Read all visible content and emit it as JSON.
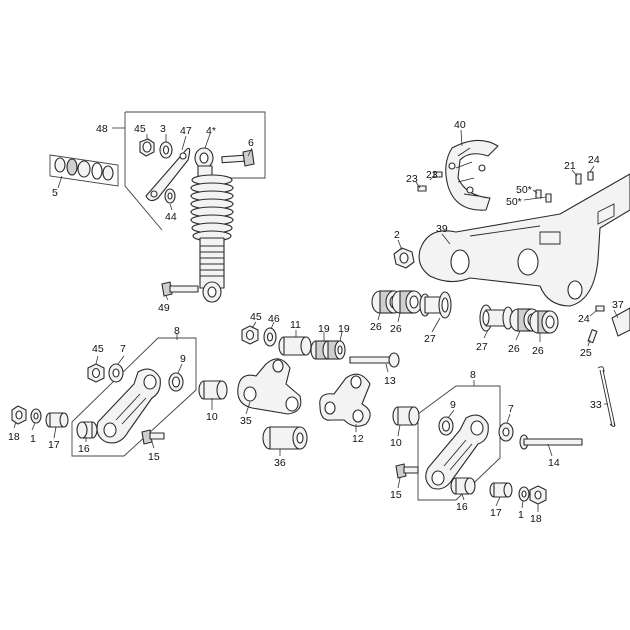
{
  "diagram": {
    "labels": [
      {
        "id": "l48",
        "text": "48"
      },
      {
        "id": "l45a",
        "text": "45"
      },
      {
        "id": "l3",
        "text": "3"
      },
      {
        "id": "l47",
        "text": "47"
      },
      {
        "id": "l4",
        "text": "4*"
      },
      {
        "id": "l6",
        "text": "6"
      },
      {
        "id": "l5",
        "text": "5"
      },
      {
        "id": "l44",
        "text": "44"
      },
      {
        "id": "l49",
        "text": "49"
      },
      {
        "id": "l40",
        "text": "40"
      },
      {
        "id": "l21",
        "text": "21"
      },
      {
        "id": "l24a",
        "text": "24"
      },
      {
        "id": "l23a",
        "text": "23"
      },
      {
        "id": "l23b",
        "text": "23"
      },
      {
        "id": "l50a",
        "text": "50*"
      },
      {
        "id": "l50b",
        "text": "50*"
      },
      {
        "id": "l2",
        "text": "2"
      },
      {
        "id": "l39",
        "text": "39"
      },
      {
        "id": "l26a",
        "text": "26"
      },
      {
        "id": "l26b",
        "text": "26"
      },
      {
        "id": "l27a",
        "text": "27"
      },
      {
        "id": "l27b",
        "text": "27"
      },
      {
        "id": "l26c",
        "text": "26"
      },
      {
        "id": "l26d",
        "text": "26"
      },
      {
        "id": "l37",
        "text": "37"
      },
      {
        "id": "l24b",
        "text": "24"
      },
      {
        "id": "l25",
        "text": "25"
      },
      {
        "id": "l33",
        "text": "33"
      },
      {
        "id": "l8a",
        "text": "8"
      },
      {
        "id": "l45b",
        "text": "45"
      },
      {
        "id": "l7a",
        "text": "7"
      },
      {
        "id": "l9a",
        "text": "9"
      },
      {
        "id": "l18a",
        "text": "18"
      },
      {
        "id": "l1a",
        "text": "1"
      },
      {
        "id": "l17a",
        "text": "17"
      },
      {
        "id": "l16a",
        "text": "16"
      },
      {
        "id": "l15a",
        "text": "15"
      },
      {
        "id": "l45c",
        "text": "45"
      },
      {
        "id": "l46",
        "text": "46"
      },
      {
        "id": "l11",
        "text": "11"
      },
      {
        "id": "l19a",
        "text": "19"
      },
      {
        "id": "l19b",
        "text": "19"
      },
      {
        "id": "l13",
        "text": "13"
      },
      {
        "id": "l10a",
        "text": "10"
      },
      {
        "id": "l35",
        "text": "35"
      },
      {
        "id": "l12",
        "text": "12"
      },
      {
        "id": "l36",
        "text": "36"
      },
      {
        "id": "l8b",
        "text": "8"
      },
      {
        "id": "l9b",
        "text": "9"
      },
      {
        "id": "l7b",
        "text": "7"
      },
      {
        "id": "l10b",
        "text": "10"
      },
      {
        "id": "l14",
        "text": "14"
      },
      {
        "id": "l15b",
        "text": "15"
      },
      {
        "id": "l16b",
        "text": "16"
      },
      {
        "id": "l17b",
        "text": "17"
      },
      {
        "id": "l1b",
        "text": "1"
      },
      {
        "id": "l18b",
        "text": "18"
      }
    ]
  }
}
